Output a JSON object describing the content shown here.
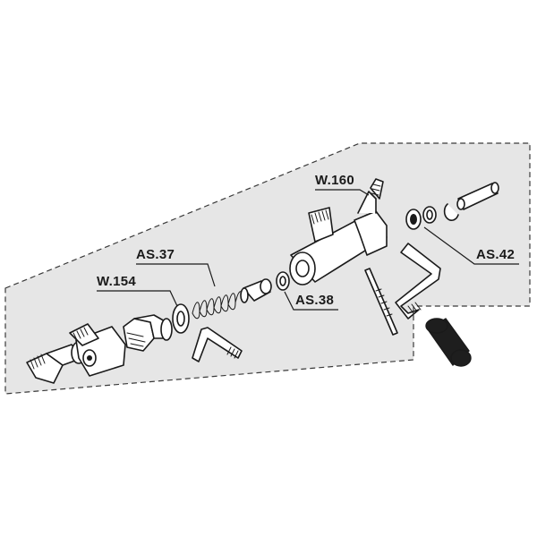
{
  "diagram": {
    "labels": {
      "w160": "W.160",
      "as37": "AS.37",
      "w154": "W.154",
      "as38": "AS.38",
      "as42": "AS.42"
    },
    "colors": {
      "background_panel": "#e6e6e6",
      "panel_border": "#3a3a3a",
      "line": "#1a1a1a",
      "part_fill": "#ffffff",
      "knob_fill": "#1e1e1e"
    }
  }
}
